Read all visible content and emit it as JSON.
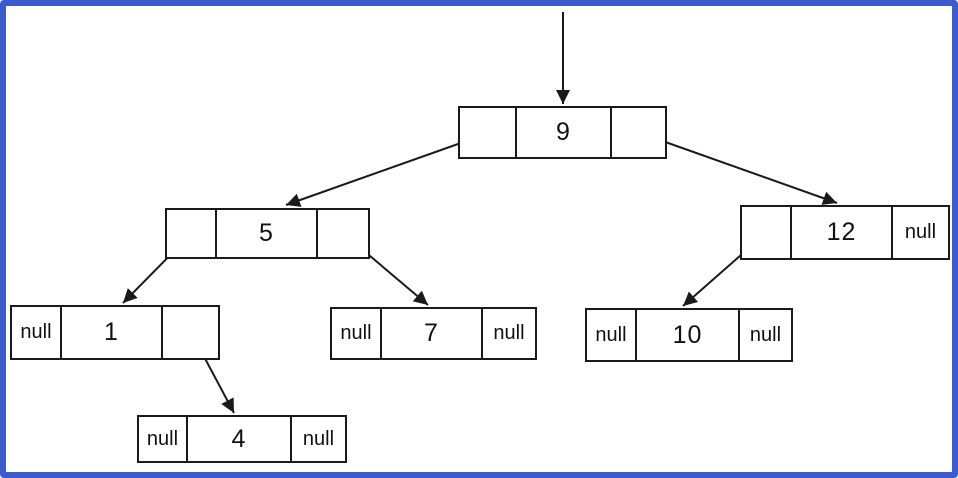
{
  "colors": {
    "frame": "#3a5cce",
    "ink": "#1a1a1a",
    "background": "#ffffff"
  },
  "diagram_type": "binary-search-tree-linked-nodes",
  "null_label": "null",
  "nodes": {
    "n9": {
      "value": "9"
    },
    "n5": {
      "value": "5"
    },
    "n12": {
      "value": "12",
      "right": "null"
    },
    "n1": {
      "value": "1",
      "left": "null"
    },
    "n7": {
      "value": "7",
      "left": "null",
      "right": "null"
    },
    "n10": {
      "value": "10",
      "left": "null",
      "right": "null"
    },
    "n4": {
      "value": "4",
      "left": "null",
      "right": "null"
    }
  },
  "edges": [
    {
      "from": "root-pointer",
      "side": "down",
      "to": "9"
    },
    {
      "from": "9",
      "side": "left",
      "to": "5"
    },
    {
      "from": "9",
      "side": "right",
      "to": "12"
    },
    {
      "from": "5",
      "side": "left",
      "to": "1"
    },
    {
      "from": "5",
      "side": "right",
      "to": "7"
    },
    {
      "from": "12",
      "side": "left",
      "to": "10"
    },
    {
      "from": "1",
      "side": "right",
      "to": "4"
    }
  ]
}
